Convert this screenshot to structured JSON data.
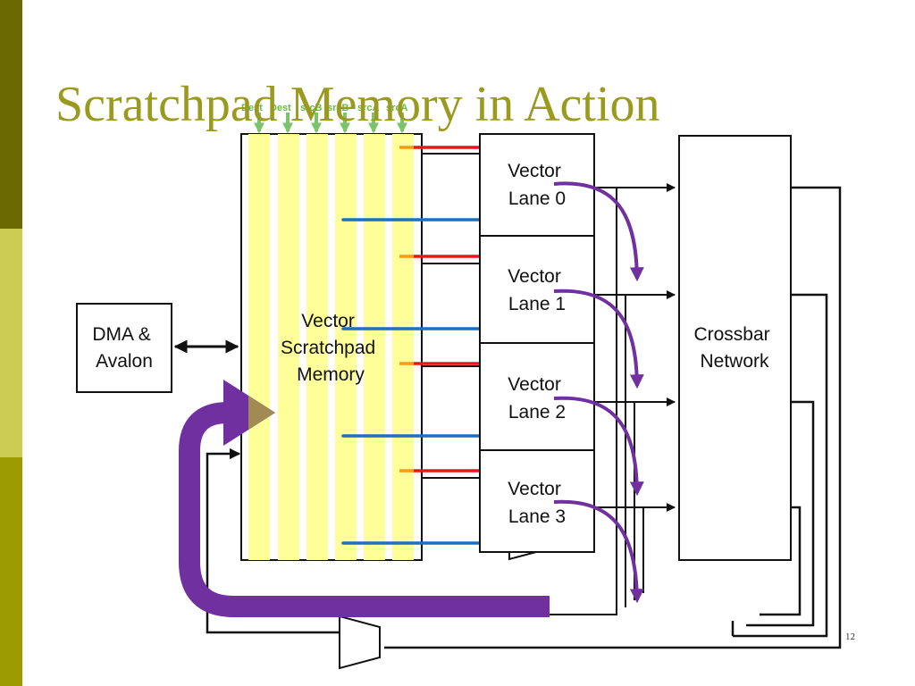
{
  "slide": {
    "title": "Scratchpad Memory in Action",
    "page_number": "12"
  },
  "diagram": {
    "dma_label": [
      "DMA &",
      "Avalon"
    ],
    "scratchpad_label": [
      "Vector",
      "Scratchpad",
      "Memory"
    ],
    "crossbar_label": [
      "Crossbar",
      "Network"
    ],
    "lanes": [
      {
        "line1": "Vector",
        "line2": "Lane 0"
      },
      {
        "line1": "Vector",
        "line2": "Lane 1"
      },
      {
        "line1": "Vector",
        "line2": "Lane 2"
      },
      {
        "line1": "Vector",
        "line2": "Lane 3"
      }
    ],
    "pointer_labels": [
      "Dest",
      "Dest",
      "srcB",
      "srcB",
      "srcA",
      "srcA"
    ],
    "colors": {
      "title": "#9a9a1f",
      "scratchpad_stripe": "#ffff99",
      "src_a_arrow": "#e8131b",
      "src_b_arrow": "#1f6fc0",
      "writeback_arrow": "#7030a0",
      "pointer_arrow": "#7cc46a"
    }
  }
}
